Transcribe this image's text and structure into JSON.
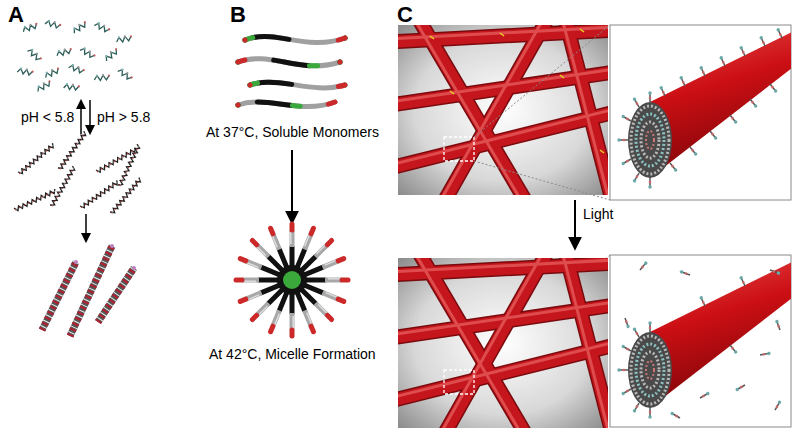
{
  "diagram": {
    "labels": [
      "A",
      "B",
      "C",
      "pH < 5.8",
      "pH > 5.8",
      "At 37°C, Soluble Monomers",
      "At 42°C, Micelle Formation",
      "Light"
    ]
  }
}
